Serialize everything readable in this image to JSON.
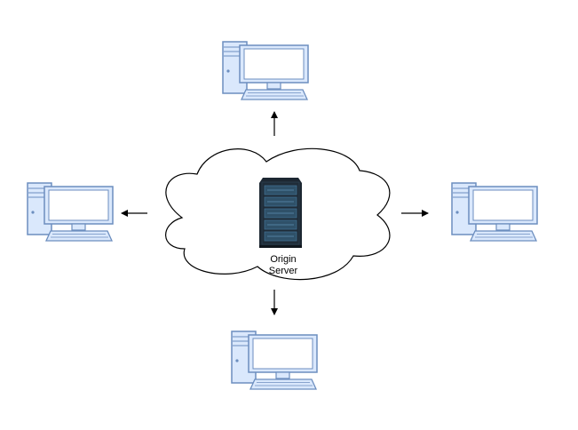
{
  "server": {
    "label_line1": "Origin",
    "label_line2": "Server"
  },
  "nodes": [
    {
      "name": "top-client",
      "icon": "desktop-computer-icon"
    },
    {
      "name": "left-client",
      "icon": "desktop-computer-icon"
    },
    {
      "name": "right-client",
      "icon": "desktop-computer-icon"
    },
    {
      "name": "bottom-client",
      "icon": "desktop-computer-icon"
    }
  ],
  "colors": {
    "computer_fill": "#dae8fc",
    "computer_stroke": "#6c8ebf",
    "cloud_fill": "#ffffff",
    "cloud_stroke": "#000000",
    "server_body": "#1c2732",
    "server_accent": "#3f6f8f"
  }
}
